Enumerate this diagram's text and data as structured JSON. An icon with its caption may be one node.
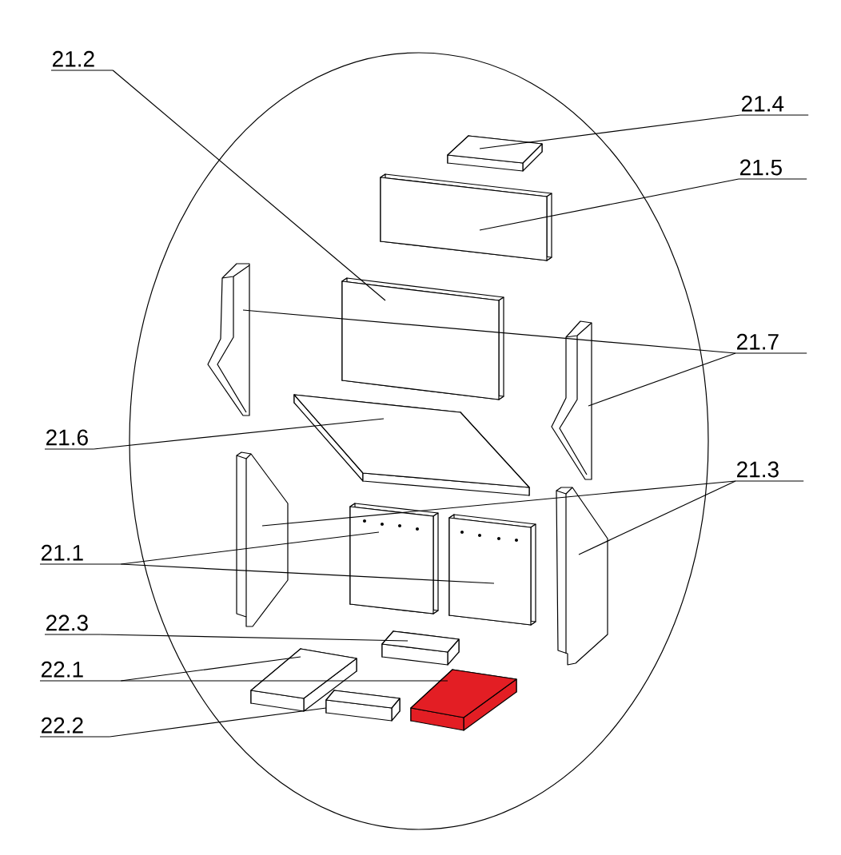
{
  "diagram": {
    "nodes": [
      {
        "text": [
          "21.2"
        ]
      },
      {
        "text": [
          "21.4"
        ]
      },
      {
        "text": [
          "21.5"
        ]
      },
      {
        "text": [
          "21.7"
        ]
      },
      {
        "text": [
          "21.6"
        ]
      },
      {
        "text": [
          "21.3"
        ]
      },
      {
        "text": [
          "21.1"
        ]
      },
      {
        "text": [
          "22.3"
        ]
      },
      {
        "text": [
          "22.1"
        ]
      },
      {
        "text": [
          "22.2"
        ]
      },
      {
        "text": [],
        "shape": "box"
      },
      {
        "text": [],
        "shape": "box"
      },
      {
        "text": [],
        "shape": "box"
      },
      {
        "text": [],
        "shape": "box"
      },
      {
        "text": [],
        "shape": "box"
      },
      {
        "text": [],
        "shape": "box"
      },
      {
        "text": [],
        "shape": "box"
      },
      {
        "text": [],
        "shape": "box"
      },
      {
        "text": [],
        "shape": "box"
      },
      {
        "text": [],
        "shape": "box"
      },
      {
        "text": [],
        "shape": "box"
      },
      {
        "text": [],
        "shape": "box"
      },
      {
        "text": [],
        "shape": "box"
      },
      {
        "text": [],
        "shape": "box"
      }
    ],
    "edges": [
      {
        "from": 0,
        "to": 13,
        "arrow": "none"
      },
      {
        "from": 1,
        "to": 10,
        "arrow": "none"
      },
      {
        "from": 2,
        "to": 11,
        "arrow": "none"
      },
      {
        "from": 3,
        "to": 12,
        "arrow": "none"
      },
      {
        "from": 3,
        "to": 14,
        "arrow": "none"
      },
      {
        "from": 4,
        "to": 15,
        "arrow": "none"
      },
      {
        "from": 5,
        "to": 16,
        "arrow": "none"
      },
      {
        "from": 5,
        "to": 19,
        "arrow": "none"
      },
      {
        "from": 6,
        "to": 17,
        "arrow": "none"
      },
      {
        "from": 6,
        "to": 18,
        "arrow": "none"
      },
      {
        "from": 7,
        "to": 20,
        "arrow": "none"
      },
      {
        "from": 8,
        "to": 21,
        "arrow": "none"
      },
      {
        "from": 8,
        "to": 23,
        "arrow": "none"
      },
      {
        "from": 9,
        "to": 22,
        "arrow": "none"
      }
    ]
  }
}
